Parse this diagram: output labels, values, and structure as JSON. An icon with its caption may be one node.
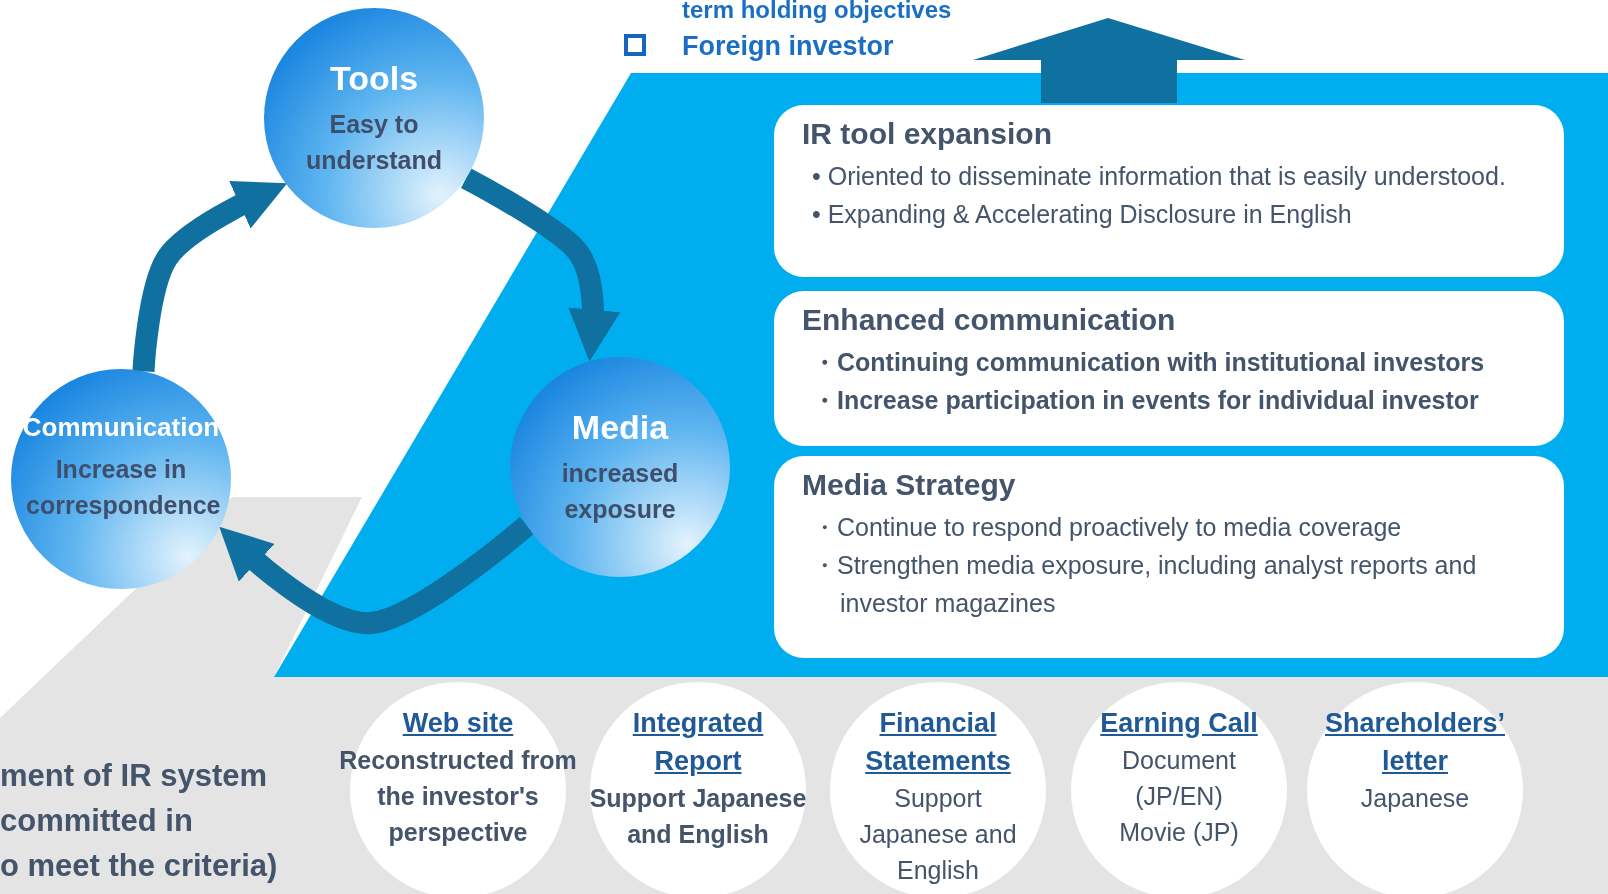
{
  "diagram": {
    "nodes": [
      {
        "text": [
          "Tools",
          "Easy to understand"
        ]
      },
      {
        "text": [
          "Media",
          "increased exposure"
        ]
      },
      {
        "text": [
          "Communication",
          "Increase in correspondence"
        ]
      },
      {
        "text": [
          "IR tool expansion",
          "• Oriented to disseminate information that is easily understood.",
          "• Expanding & Accelerating Disclosure in English"
        ]
      },
      {
        "text": [
          "Enhanced communication",
          "・Continuing communication with institutional investors",
          "・Increase participation in events for individual investor"
        ]
      },
      {
        "text": [
          "Media Strategy",
          "・Continue to respond proactively to media coverage",
          "・Strengthen media exposure, including analyst reports and investor magazines"
        ]
      },
      {
        "text": [
          "Web site",
          "Reconstructed from the investor's perspective"
        ]
      },
      {
        "text": [
          "Integrated Report",
          "Support Japanese and English"
        ]
      },
      {
        "text": [
          "Financial Statements",
          "Support Japanese and English"
        ]
      },
      {
        "text": [
          "Earning Call",
          "Document (JP/EN)",
          "Movie (JP)"
        ]
      },
      {
        "text": [
          "Shareholders’ letter",
          "Japanese"
        ]
      }
    ],
    "edges": [
      {
        "from": 0,
        "to": 1,
        "arrow": "to"
      },
      {
        "from": 1,
        "to": 2,
        "arrow": "to"
      },
      {
        "from": 2,
        "to": 0,
        "arrow": "to"
      }
    ],
    "labels": [
      "term holding objectives",
      "Foreign investor",
      "ment of IR system",
      "committed in",
      "o meet the criteria)"
    ]
  }
}
